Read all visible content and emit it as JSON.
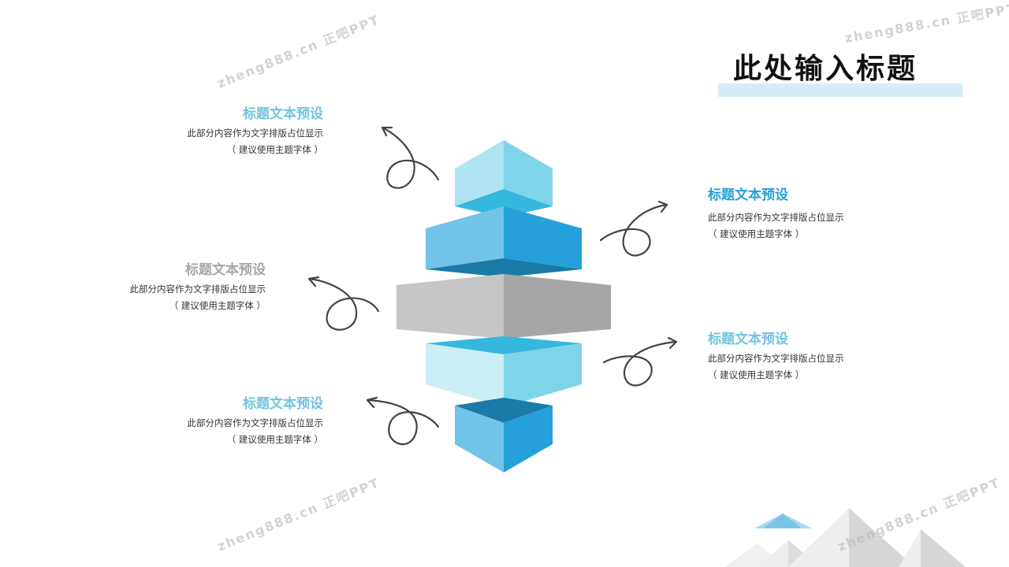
{
  "slide_title": "此处输入标题",
  "watermark": "zheng888.cn 正吧PPT",
  "colors": {
    "light_blue": "#72c3e0",
    "dark_blue": "#2a9fd6",
    "gray": "#a6a6a6"
  },
  "items": [
    {
      "heading": "标题文本预设",
      "body1": "此部分内容作为文字排版占位显示",
      "body2": "（ 建议使用主题字体 ）"
    },
    {
      "heading": "标题文本预设",
      "body1": "此部分内容作为文字排版占位显示",
      "body2": "（ 建议使用主题字体 ）"
    },
    {
      "heading": "标题文本预设",
      "body1": "此部分内容作为文字排版占位显示",
      "body2": "（ 建议使用主题字体 ）"
    },
    {
      "heading": "标题文本预设",
      "body1": "此部分内容作为文字排版占位显示",
      "body2": "（ 建议使用主题字体 ）"
    },
    {
      "heading": "标题文本预设",
      "body1": "此部分内容作为文字排版占位显示",
      "body2": "（ 建议使用主题字体 ）"
    }
  ]
}
